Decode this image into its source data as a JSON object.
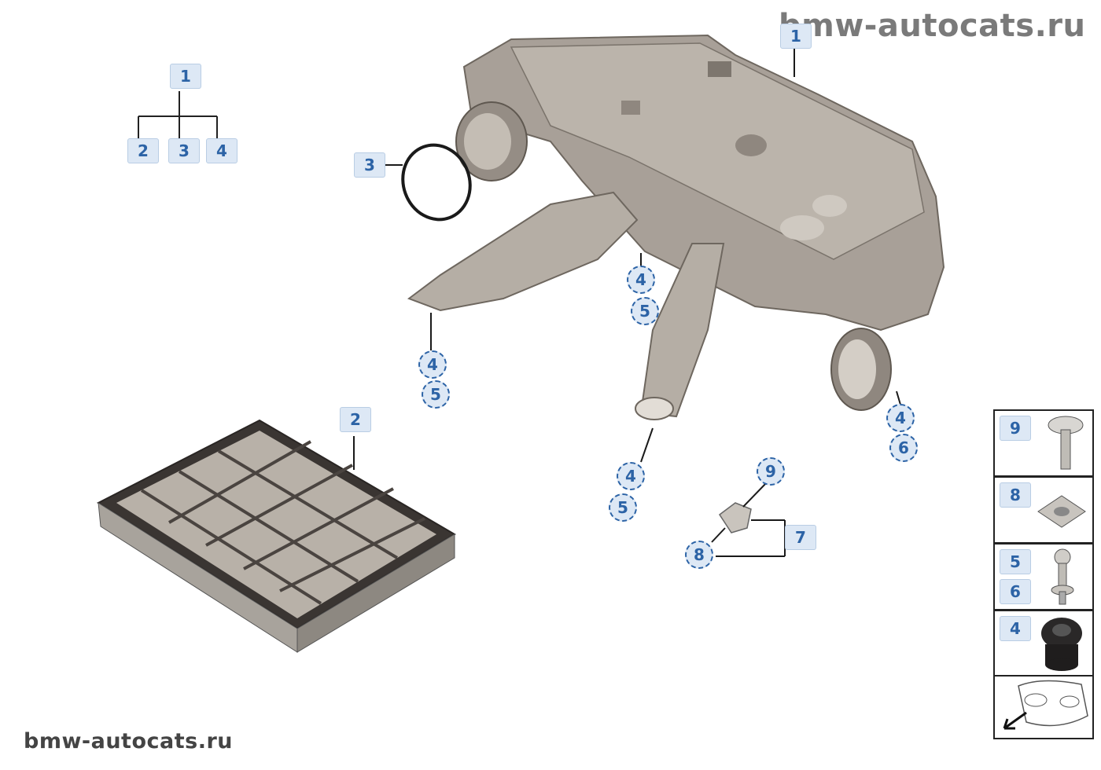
{
  "watermark_top": "bmw-autocats.ru",
  "watermark_bottom": "bmw-autocats.ru",
  "tree": {
    "root": "1",
    "children": [
      "2",
      "3",
      "4"
    ]
  },
  "callouts": {
    "housing": "1",
    "ring": "3",
    "filter": "2",
    "mount_a_1": "4",
    "mount_a_2": "5",
    "mount_b_1": "4",
    "mount_b_2": "5",
    "mount_c_1": "4",
    "mount_c_2": "5",
    "mount_d_1": "4",
    "mount_d_2": "6",
    "bracket_9": "9",
    "bracket_7": "7",
    "bracket_8": "8"
  },
  "legend": [
    {
      "labels": [
        "9"
      ],
      "part": "screw-icon"
    },
    {
      "labels": [
        "8"
      ],
      "part": "clip-nut-icon"
    },
    {
      "labels": [
        "5",
        "6"
      ],
      "part": "ball-stud-icon"
    },
    {
      "labels": [
        "4"
      ],
      "part": "rubber-grommet-icon"
    },
    {
      "labels": [],
      "part": "vehicle-location-icon"
    }
  ]
}
